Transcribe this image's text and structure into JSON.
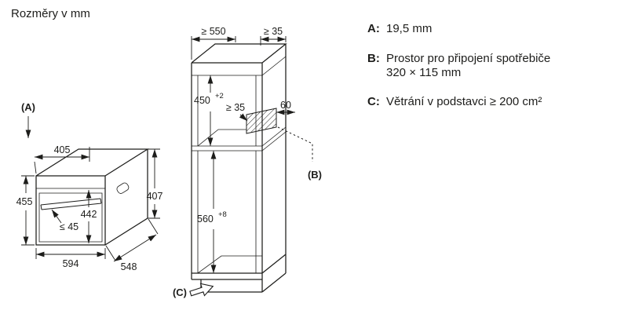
{
  "title": "Rozměry v mm",
  "oven": {
    "label_a": "(A)",
    "dims": {
      "top_width": "405",
      "height_left": "455",
      "door_height": "442",
      "height_right": "407",
      "handle_depth": "≤ 45",
      "front_width": "594",
      "depth": "548"
    }
  },
  "cabinet": {
    "label_b": "(B)",
    "label_c": "(C)",
    "dims": {
      "depth_top": "≥ 550",
      "gap_top": "≥ 35",
      "niche_height": "450",
      "niche_height_tolerance": "+2",
      "gap_inner": "≥ 35",
      "connection_width": "60",
      "niche_width": "560",
      "niche_width_tolerance": "+8"
    }
  },
  "legend": {
    "items": [
      {
        "key": "A:",
        "lines": [
          "19,5 mm",
          ""
        ]
      },
      {
        "key": "B:",
        "lines": [
          "Prostor pro připojení spotřebiče",
          "320 × 115 mm"
        ]
      },
      {
        "key": "C:",
        "lines": [
          "Větrání v podstavci ≥ 200 cm²",
          ""
        ]
      }
    ]
  },
  "colors": {
    "ink": "#1d1d1b",
    "background": "#ffffff"
  }
}
